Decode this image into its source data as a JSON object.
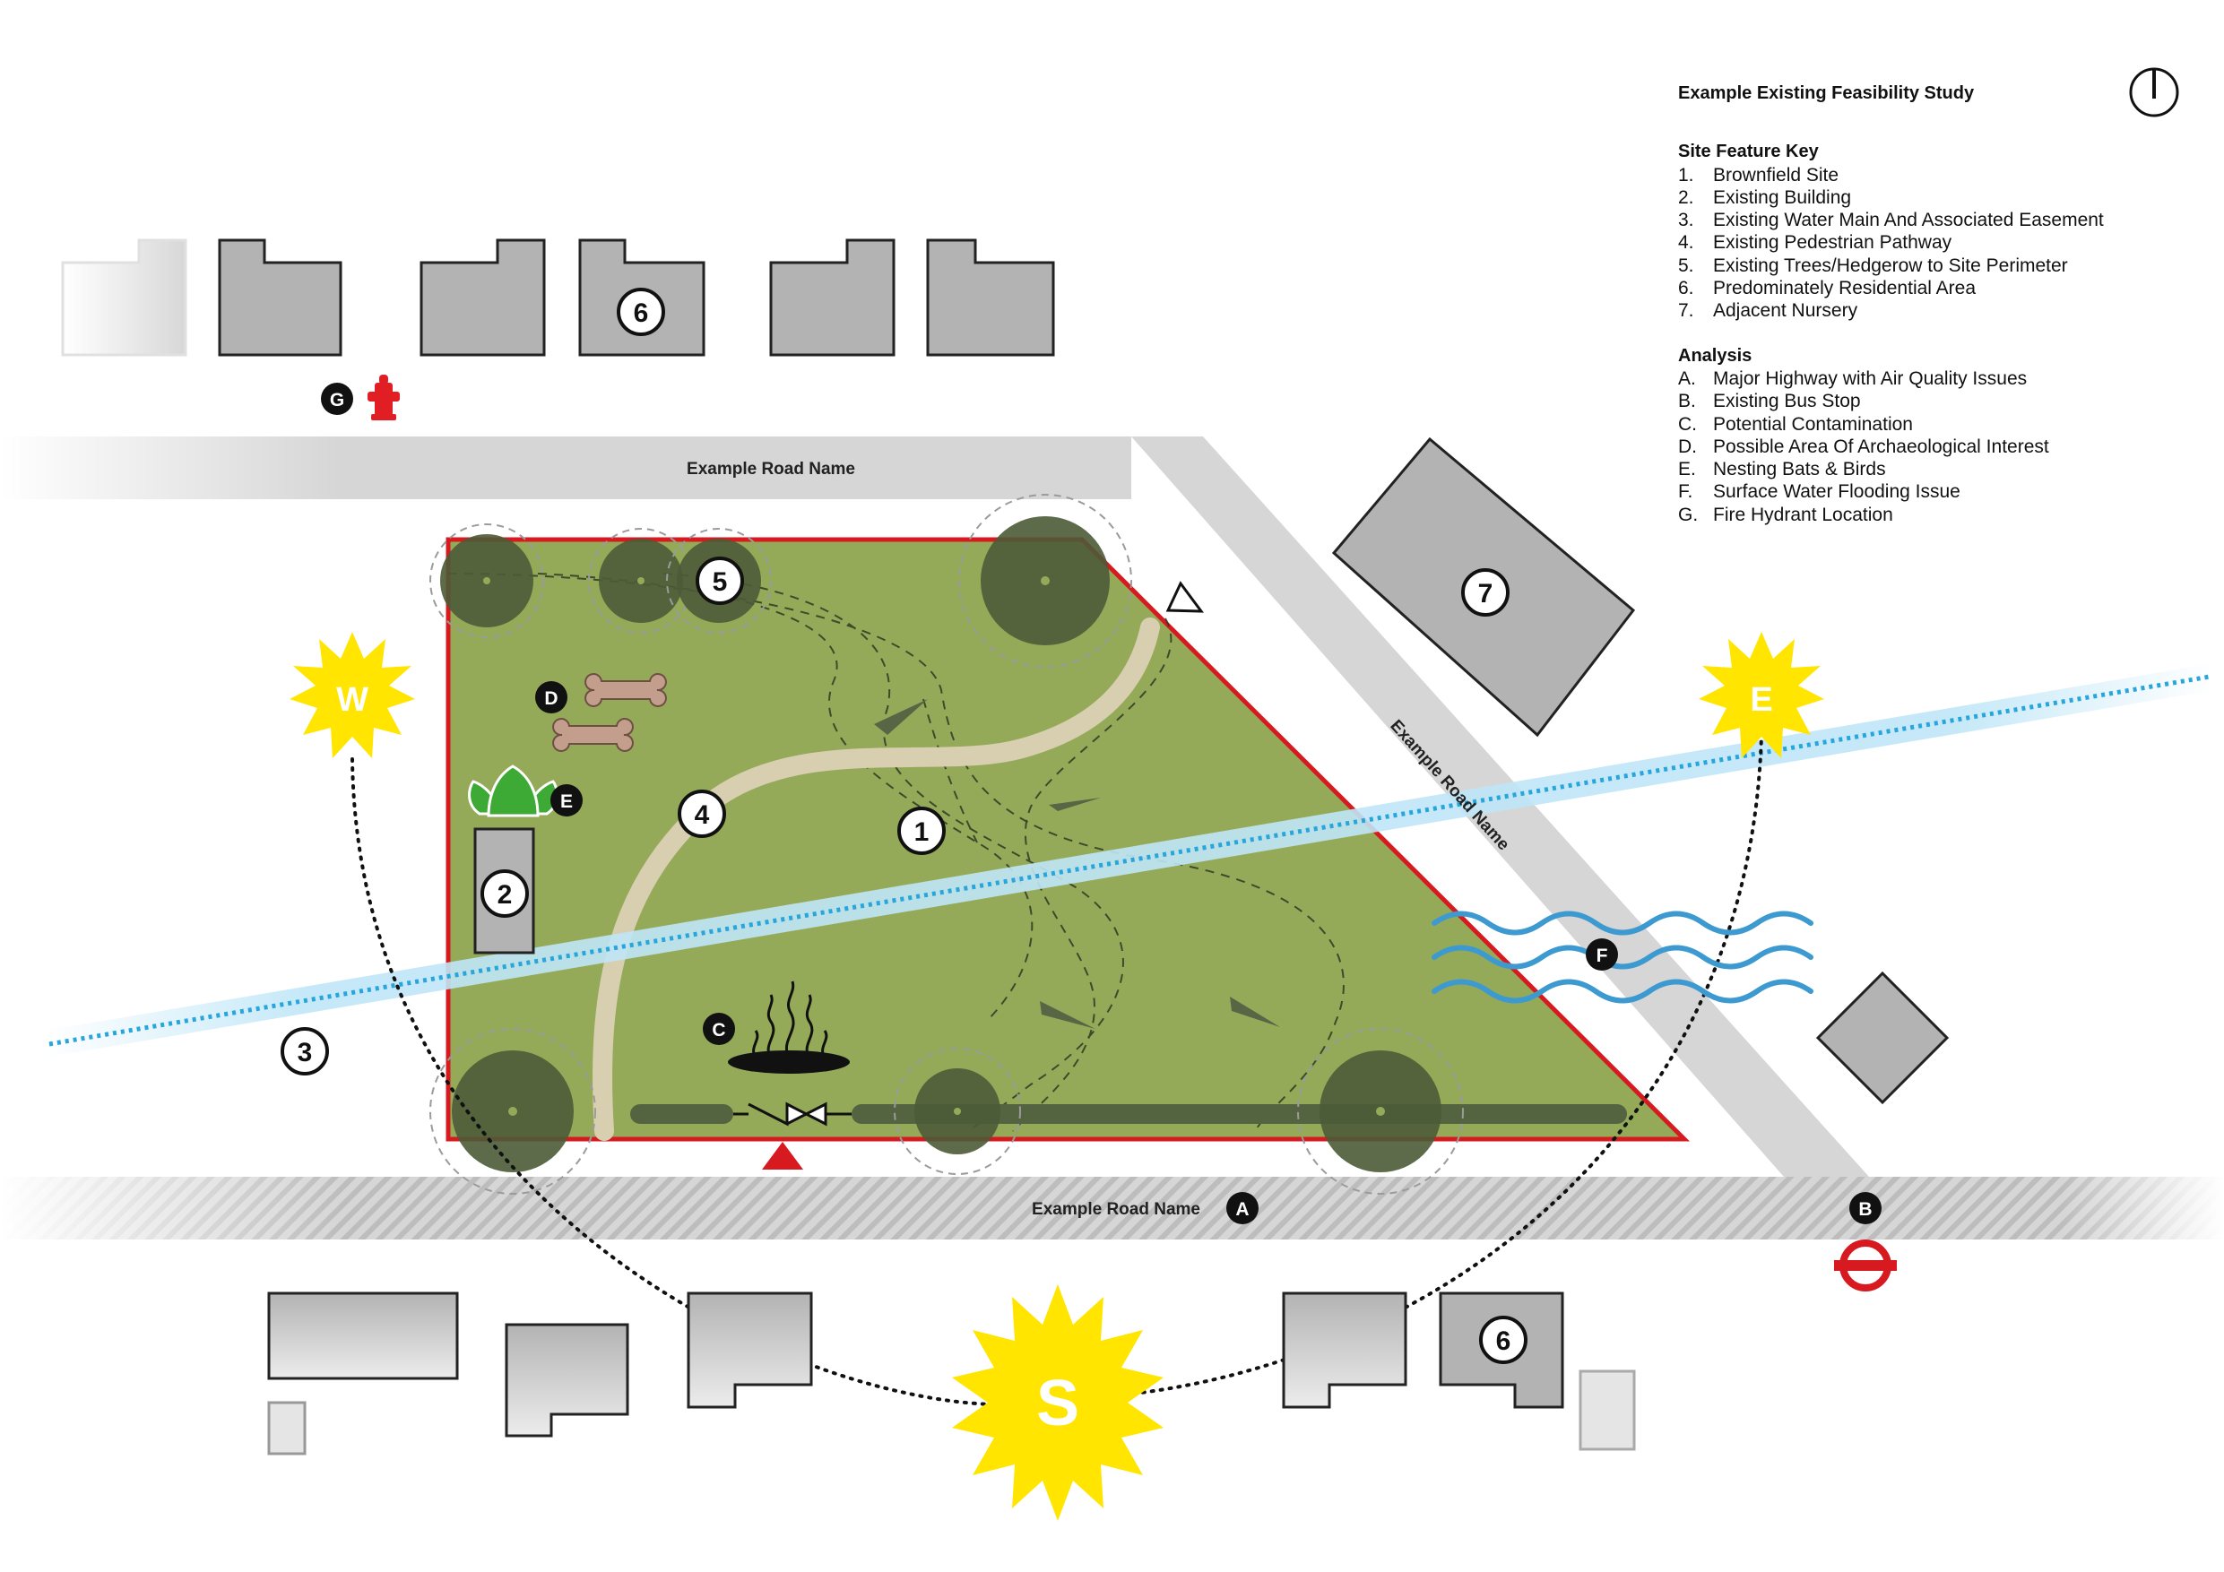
{
  "title": "Example Existing Feasibility Study",
  "key": {
    "heading": "Site Feature Key",
    "items": [
      {
        "code": "1.",
        "label": "Brownfield Site"
      },
      {
        "code": "2.",
        "label": "Existing Building"
      },
      {
        "code": "3.",
        "label": "Existing Water Main And Associated Easement"
      },
      {
        "code": "4.",
        "label": "Existing Pedestrian Pathway"
      },
      {
        "code": "5.",
        "label": "Existing Trees/Hedgerow to Site Perimeter"
      },
      {
        "code": "6.",
        "label": "Predominately Residential Area"
      },
      {
        "code": "7.",
        "label": "Adjacent Nursery"
      }
    ]
  },
  "analysis": {
    "heading": "Analysis",
    "items": [
      {
        "code": "A.",
        "label": "Major Highway with Air Quality Issues"
      },
      {
        "code": "B.",
        "label": "Existing Bus Stop"
      },
      {
        "code": "C.",
        "label": "Potential Contamination"
      },
      {
        "code": "D.",
        "label": "Possible Area Of Archaeological Interest"
      },
      {
        "code": "E.",
        "label": "Nesting Bats & Birds"
      },
      {
        "code": "F.",
        "label": "Surface Water Flooding Issue"
      },
      {
        "code": "G.",
        "label": "Fire Hydrant Location"
      }
    ]
  },
  "roads": {
    "north": "Example Road Name",
    "east": "Example Road Name",
    "south": "Example Road Name"
  },
  "sun": {
    "west": "W",
    "east": "E",
    "south": "S"
  },
  "markers": {
    "n1": "1",
    "n2": "2",
    "n3": "3",
    "n4": "4",
    "n5": "5",
    "n6a": "6",
    "n6b": "6",
    "n7": "7",
    "lA": "A",
    "lB": "B",
    "lC": "C",
    "lD": "D",
    "lE": "E",
    "lF": "F",
    "lG": "G"
  },
  "icons": {
    "north_arrow": "north-arrow-icon",
    "fire_hydrant": "fire-hydrant-icon",
    "bus_stop": "bus-stop-roundel-icon",
    "bones": "bone-icon",
    "bats_birds": "leaf-icon",
    "contamination": "steam-pit-icon",
    "flooding": "water-waves-icon",
    "access": "access-triangle-icon",
    "valve": "valve-icon"
  },
  "colors": {
    "site_fill": "#95aa59",
    "site_boundary": "#d71920",
    "tree": "#4d5b37",
    "building": "#b3b3b3",
    "road": "#d6d6d6",
    "water_main": "#27a6dc",
    "sun": "#ffe500",
    "flood": "#3d9ad1",
    "hydrant": "#e01e24"
  }
}
